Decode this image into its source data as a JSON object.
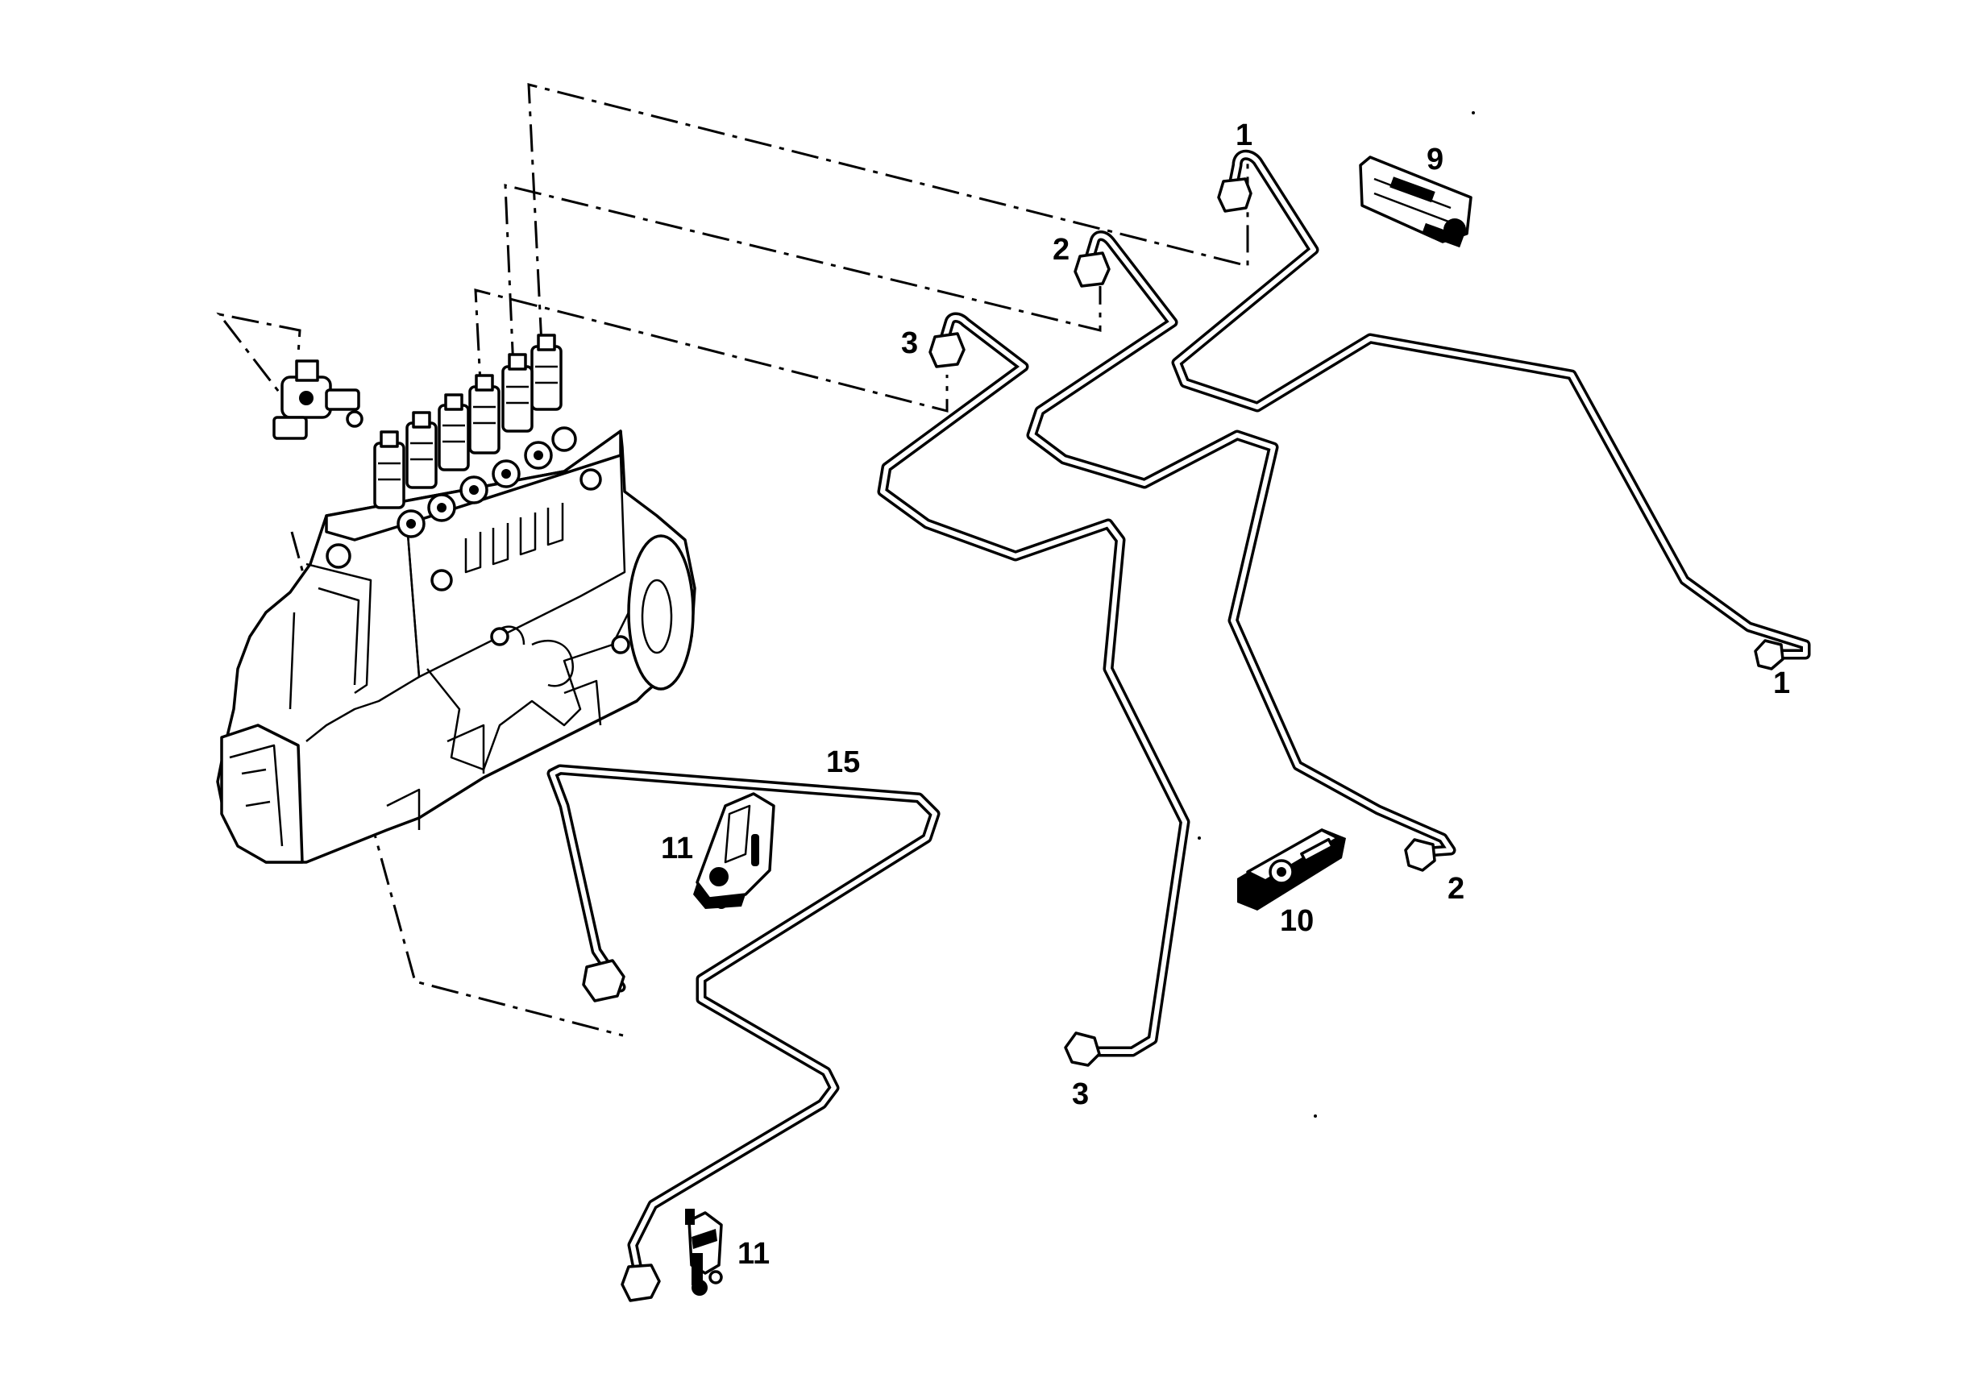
{
  "diagram": {
    "type": "exploded-parts-view",
    "callouts": {
      "pipe1_top": "1",
      "pipe1_end": "1",
      "pipe2_top": "2",
      "pipe2_end": "2",
      "pipe3_top": "3",
      "pipe3_end": "3",
      "bracket9": "9",
      "bracket10": "10",
      "clamp11_upper": "11",
      "clamp11_lower": "11",
      "pipe15": "15"
    },
    "colors": {
      "ink": "#000000",
      "paper": "#ffffff"
    }
  }
}
